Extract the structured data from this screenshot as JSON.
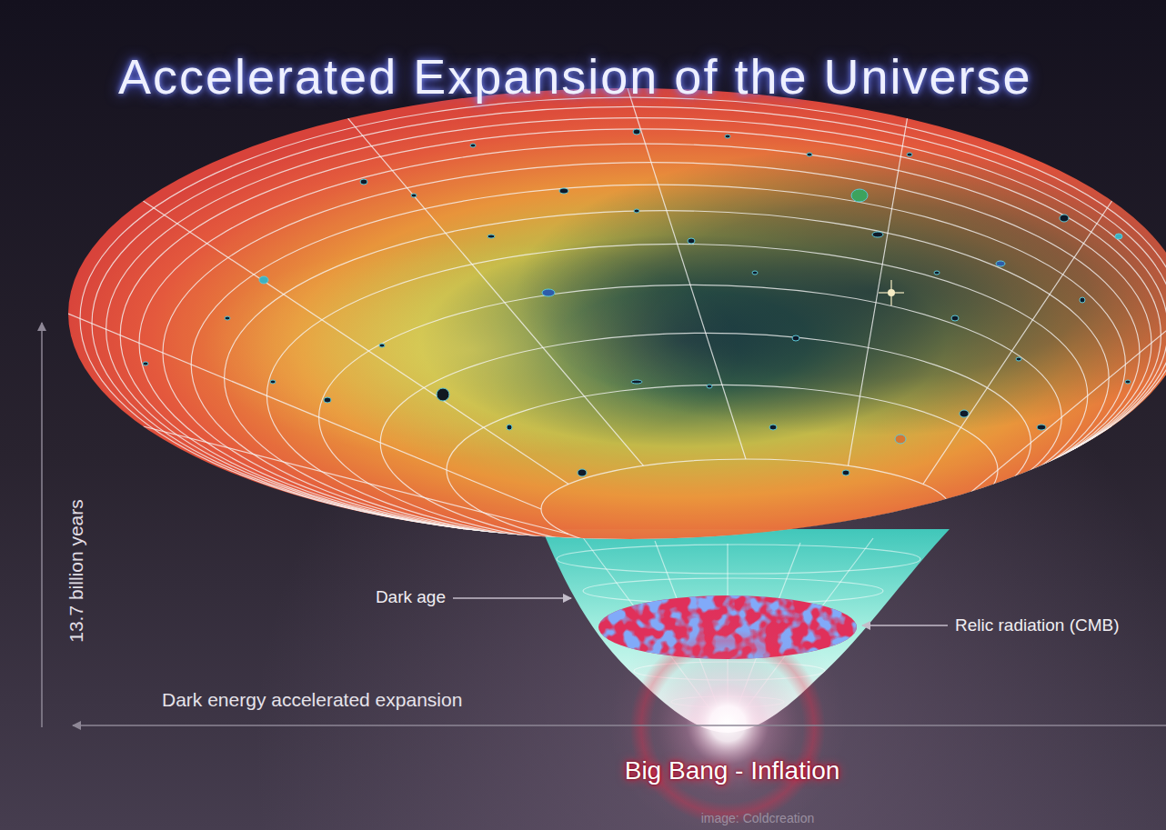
{
  "diagram": {
    "title": "Accelerated Expansion of the Universe",
    "labels": [
      "13.7 billion years",
      "Dark age",
      "Relic radiation (CMB)",
      "Dark energy accelerated expansion",
      "Big Bang - Inflation",
      "image: Coldcreation"
    ]
  }
}
